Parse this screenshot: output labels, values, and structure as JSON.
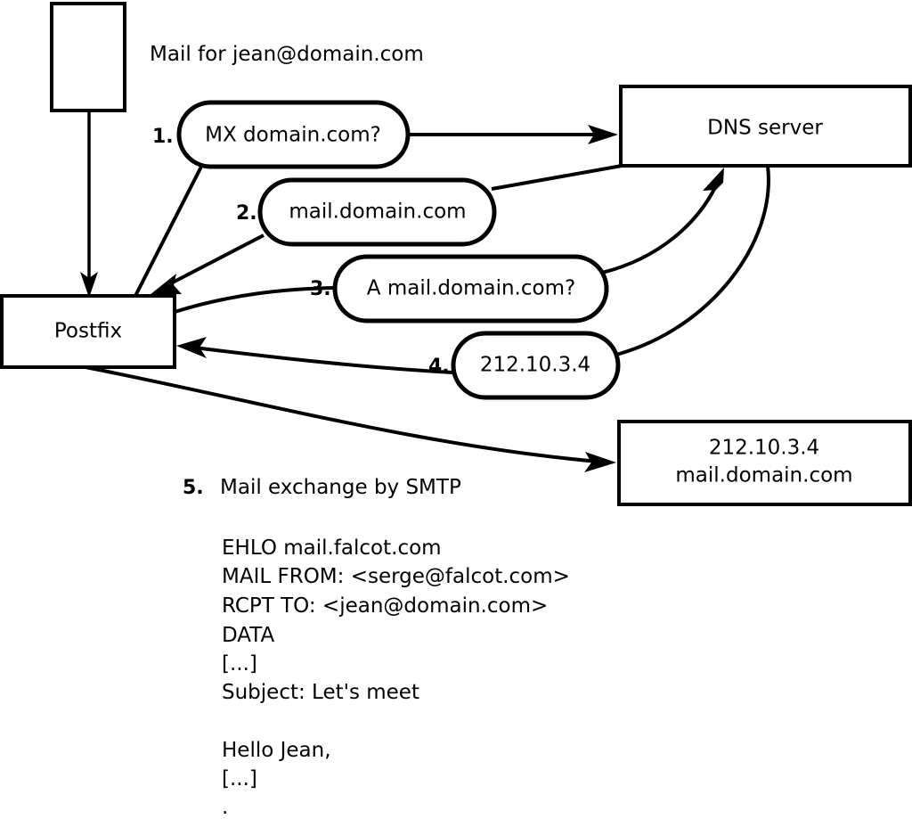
{
  "diagram": {
    "title_caption": "Mail for jean@domain.com",
    "nodes": {
      "origin": {
        "label": ""
      },
      "postfix": {
        "label": "Postfix"
      },
      "dns": {
        "label": "DNS server"
      },
      "mailserver": {
        "line1": "212.10.3.4",
        "line2": "mail.domain.com"
      }
    },
    "steps": [
      {
        "num": "1.",
        "label": "MX domain.com?"
      },
      {
        "num": "2.",
        "label": "mail.domain.com"
      },
      {
        "num": "3.",
        "label": "A mail.domain.com?"
      },
      {
        "num": "4.",
        "label": "212.10.3.4"
      }
    ],
    "step5": {
      "num": "5.",
      "label": "Mail exchange by SMTP"
    },
    "transcript": [
      "EHLO mail.falcot.com",
      "MAIL FROM: <serge@falcot.com>",
      "RCPT TO: <jean@domain.com>",
      "DATA",
      "[...]",
      "Subject: Let's meet",
      "",
      "Hello Jean,",
      "[...]",
      "."
    ],
    "colors": {
      "stroke": "#000000",
      "fill": "#ffffff",
      "background": "#ffffff"
    }
  }
}
